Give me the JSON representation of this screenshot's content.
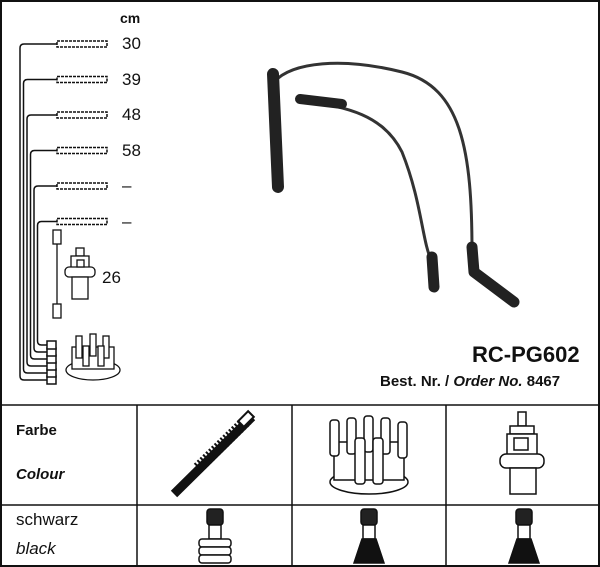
{
  "diagram": {
    "unit_label": "cm",
    "lengths": [
      "30",
      "39",
      "48",
      "58",
      "–",
      "–"
    ],
    "coil_length": "26",
    "product_code": "RC-PG602",
    "order_label_de": "Best. Nr. /",
    "order_label_en": "Order No.",
    "order_number": "8467"
  },
  "table": {
    "header_de": "Farbe",
    "header_en": "Colour",
    "row_de": "schwarz",
    "row_en": "black",
    "columns": [
      "spark-plug",
      "distributor-cap",
      "ignition-coil"
    ]
  }
}
